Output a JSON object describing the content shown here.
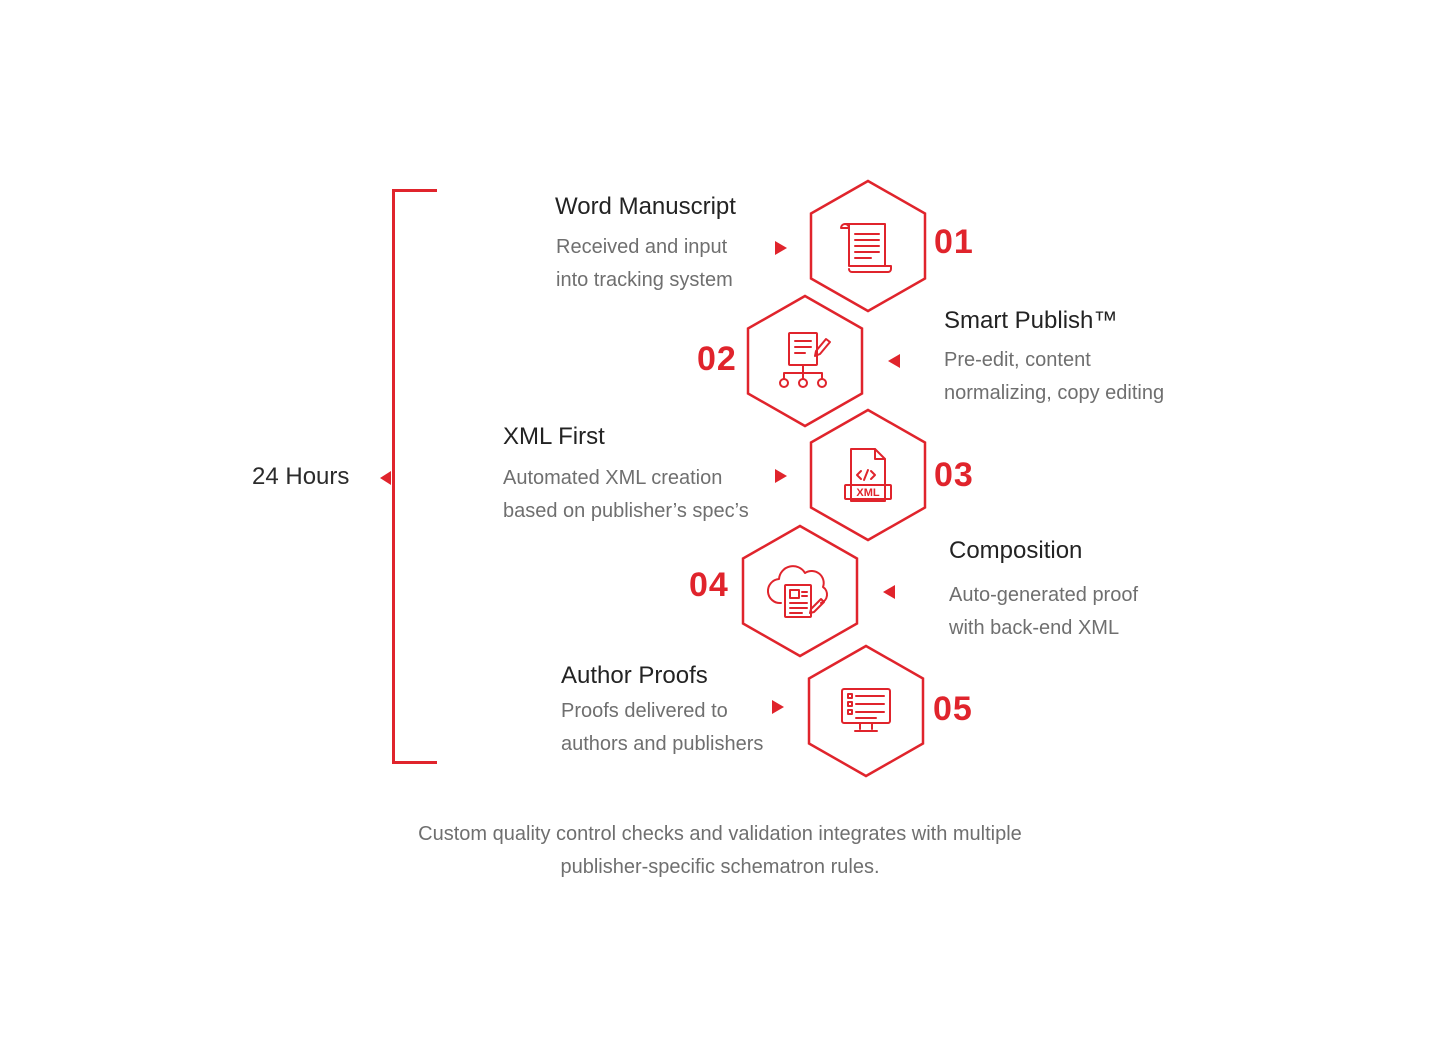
{
  "colors": {
    "accent": "#e0242c",
    "title_text": "#232323",
    "desc_text": "#6f6f6f"
  },
  "timeframe_label": "24 Hours",
  "steps": [
    {
      "number": "01",
      "title": "Word Manuscript",
      "desc_line1": "Received and input",
      "desc_line2": "into tracking system",
      "icon": "scroll-document-icon"
    },
    {
      "number": "02",
      "title": "Smart Publish™",
      "desc_line1": "Pre-edit, content",
      "desc_line2": "normalizing, copy editing",
      "icon": "document-network-edit-icon"
    },
    {
      "number": "03",
      "title": "XML First",
      "desc_line1": "Automated XML creation",
      "desc_line2": "based on publisher’s spec’s",
      "icon": "xml-file-icon",
      "icon_text": "XML"
    },
    {
      "number": "04",
      "title": "Composition",
      "desc_line1": "Auto-generated proof",
      "desc_line2": "with back-end XML",
      "icon": "cloud-document-icon"
    },
    {
      "number": "05",
      "title": "Author Proofs",
      "desc_line1": "Proofs delivered to",
      "desc_line2": "authors and publishers",
      "icon": "monitor-checklist-icon"
    }
  ],
  "footer": {
    "line1": "Custom quality control checks and validation integrates with multiple",
    "line2": "publisher-specific schematron rules."
  }
}
